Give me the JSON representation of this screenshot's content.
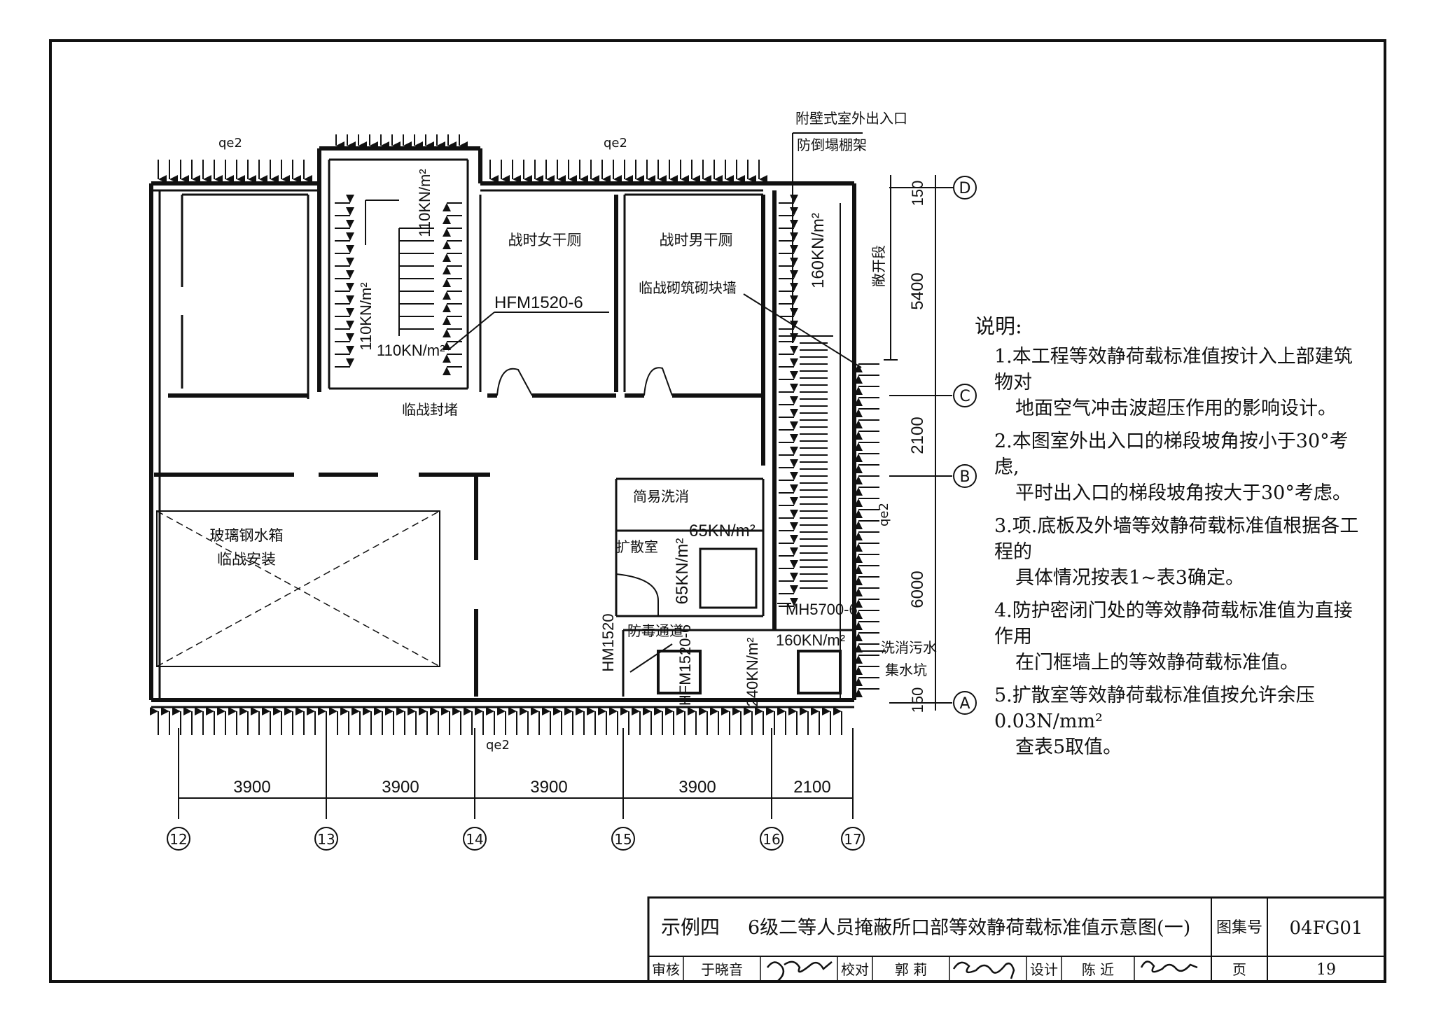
{
  "rooms": {
    "female_toilet": "战时女干厕",
    "male_toilet": "战时男干厕",
    "water_tank_1": "玻璃钢水箱",
    "water_tank_2": "临战安装",
    "decon": "简易洗消",
    "expansion_room": "扩散室",
    "antigas_passage": "防毒通道",
    "wash_sewage_1": "洗消污水",
    "wash_sewage_2": "集水坑"
  },
  "annotations": {
    "entrance_1": "附壁式室外出入口",
    "entrance_2": "防倒塌棚架",
    "temp_block_wall": "临战砌筑砌块墙",
    "temp_seal": "临战封堵",
    "open_section": "敞开段",
    "door_hfm_top": "HFM1520-6",
    "door_mh": "MH5700-6",
    "door_hm": "HM1520",
    "door_hfm_bottom": "HFM1520-6",
    "q_top_left": "qe2",
    "q_top_mid": "qe2",
    "q_right": "qe2",
    "q_bottom": "qe2"
  },
  "loads": {
    "stair_a": "110KN/m²",
    "stair_b": "110KN/m²",
    "stair_c": "110KN/m²",
    "ramp": "160KN/m²",
    "expansion_a": "65KN/m²",
    "expansion_b": "65KN/m²",
    "passage_a": "160KN/m²",
    "passage_b": "240KN/m²"
  },
  "dimensions": {
    "bottom": [
      "3900",
      "3900",
      "3900",
      "3900",
      "2100"
    ],
    "right": [
      "150",
      "5400",
      "2100",
      "6000",
      "150"
    ]
  },
  "axes": {
    "vertical": [
      "12",
      "13",
      "14",
      "15",
      "16",
      "17"
    ],
    "horizontal": [
      "D",
      "C",
      "B",
      "A"
    ]
  },
  "notes": {
    "heading": "说明:",
    "items": [
      {
        "line1": "1.本工程等效静荷载标准值按计入上部建筑物对",
        "line2": "地面空气冲击波超压作用的影响设计。"
      },
      {
        "line1": "2.本图室外出入口的梯段坡角按小于30°考虑,",
        "line2": "平时出入口的梯段坡角按大于30°考虑。"
      },
      {
        "line1": "3.项.底板及外墙等效静荷载标准值根据各工程的",
        "line2": "具体情况按表1~表3确定。"
      },
      {
        "line1": "4.防护密闭门处的等效静荷载标准值为直接作用",
        "line2": "在门框墙上的等效静荷载标准值。"
      },
      {
        "line1": "5.扩散室等效静荷载标准值按允许余压0.03N/mm²",
        "line2": "查表5取值。"
      }
    ]
  },
  "title_block": {
    "example": "示例四",
    "title": "6级二等人员掩蔽所口部等效静荷载标准值示意图(一)",
    "atlas_label": "图集号",
    "atlas_no": "04FG01",
    "review_label": "审核",
    "review_name": "于晓音",
    "check_label": "校对",
    "check_name": "郭 莉",
    "design_label": "设计",
    "design_name": "陈 近",
    "page_label": "页",
    "page_no": "19"
  }
}
